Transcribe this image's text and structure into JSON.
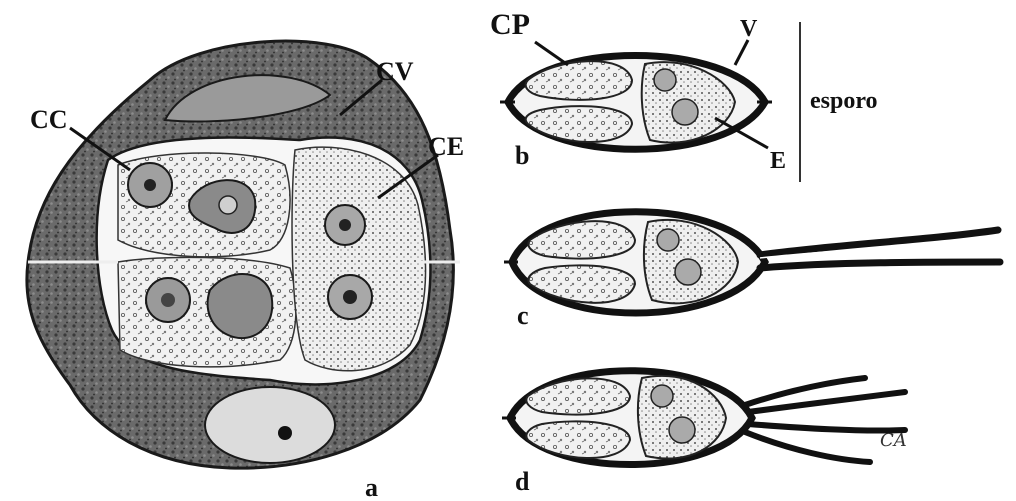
{
  "labels": {
    "cc": "CC",
    "cv": "CV",
    "ce": "CE",
    "cp": "CP",
    "v": "V",
    "e": "E",
    "esporo": "esporo",
    "a": "a",
    "b": "b",
    "c": "c",
    "d": "d",
    "signature": "CA"
  },
  "colors": {
    "ink": "#1a1a1a",
    "tissue": "#5a5a5a",
    "cytoplasm": "#ececec",
    "background": "#ffffff"
  }
}
